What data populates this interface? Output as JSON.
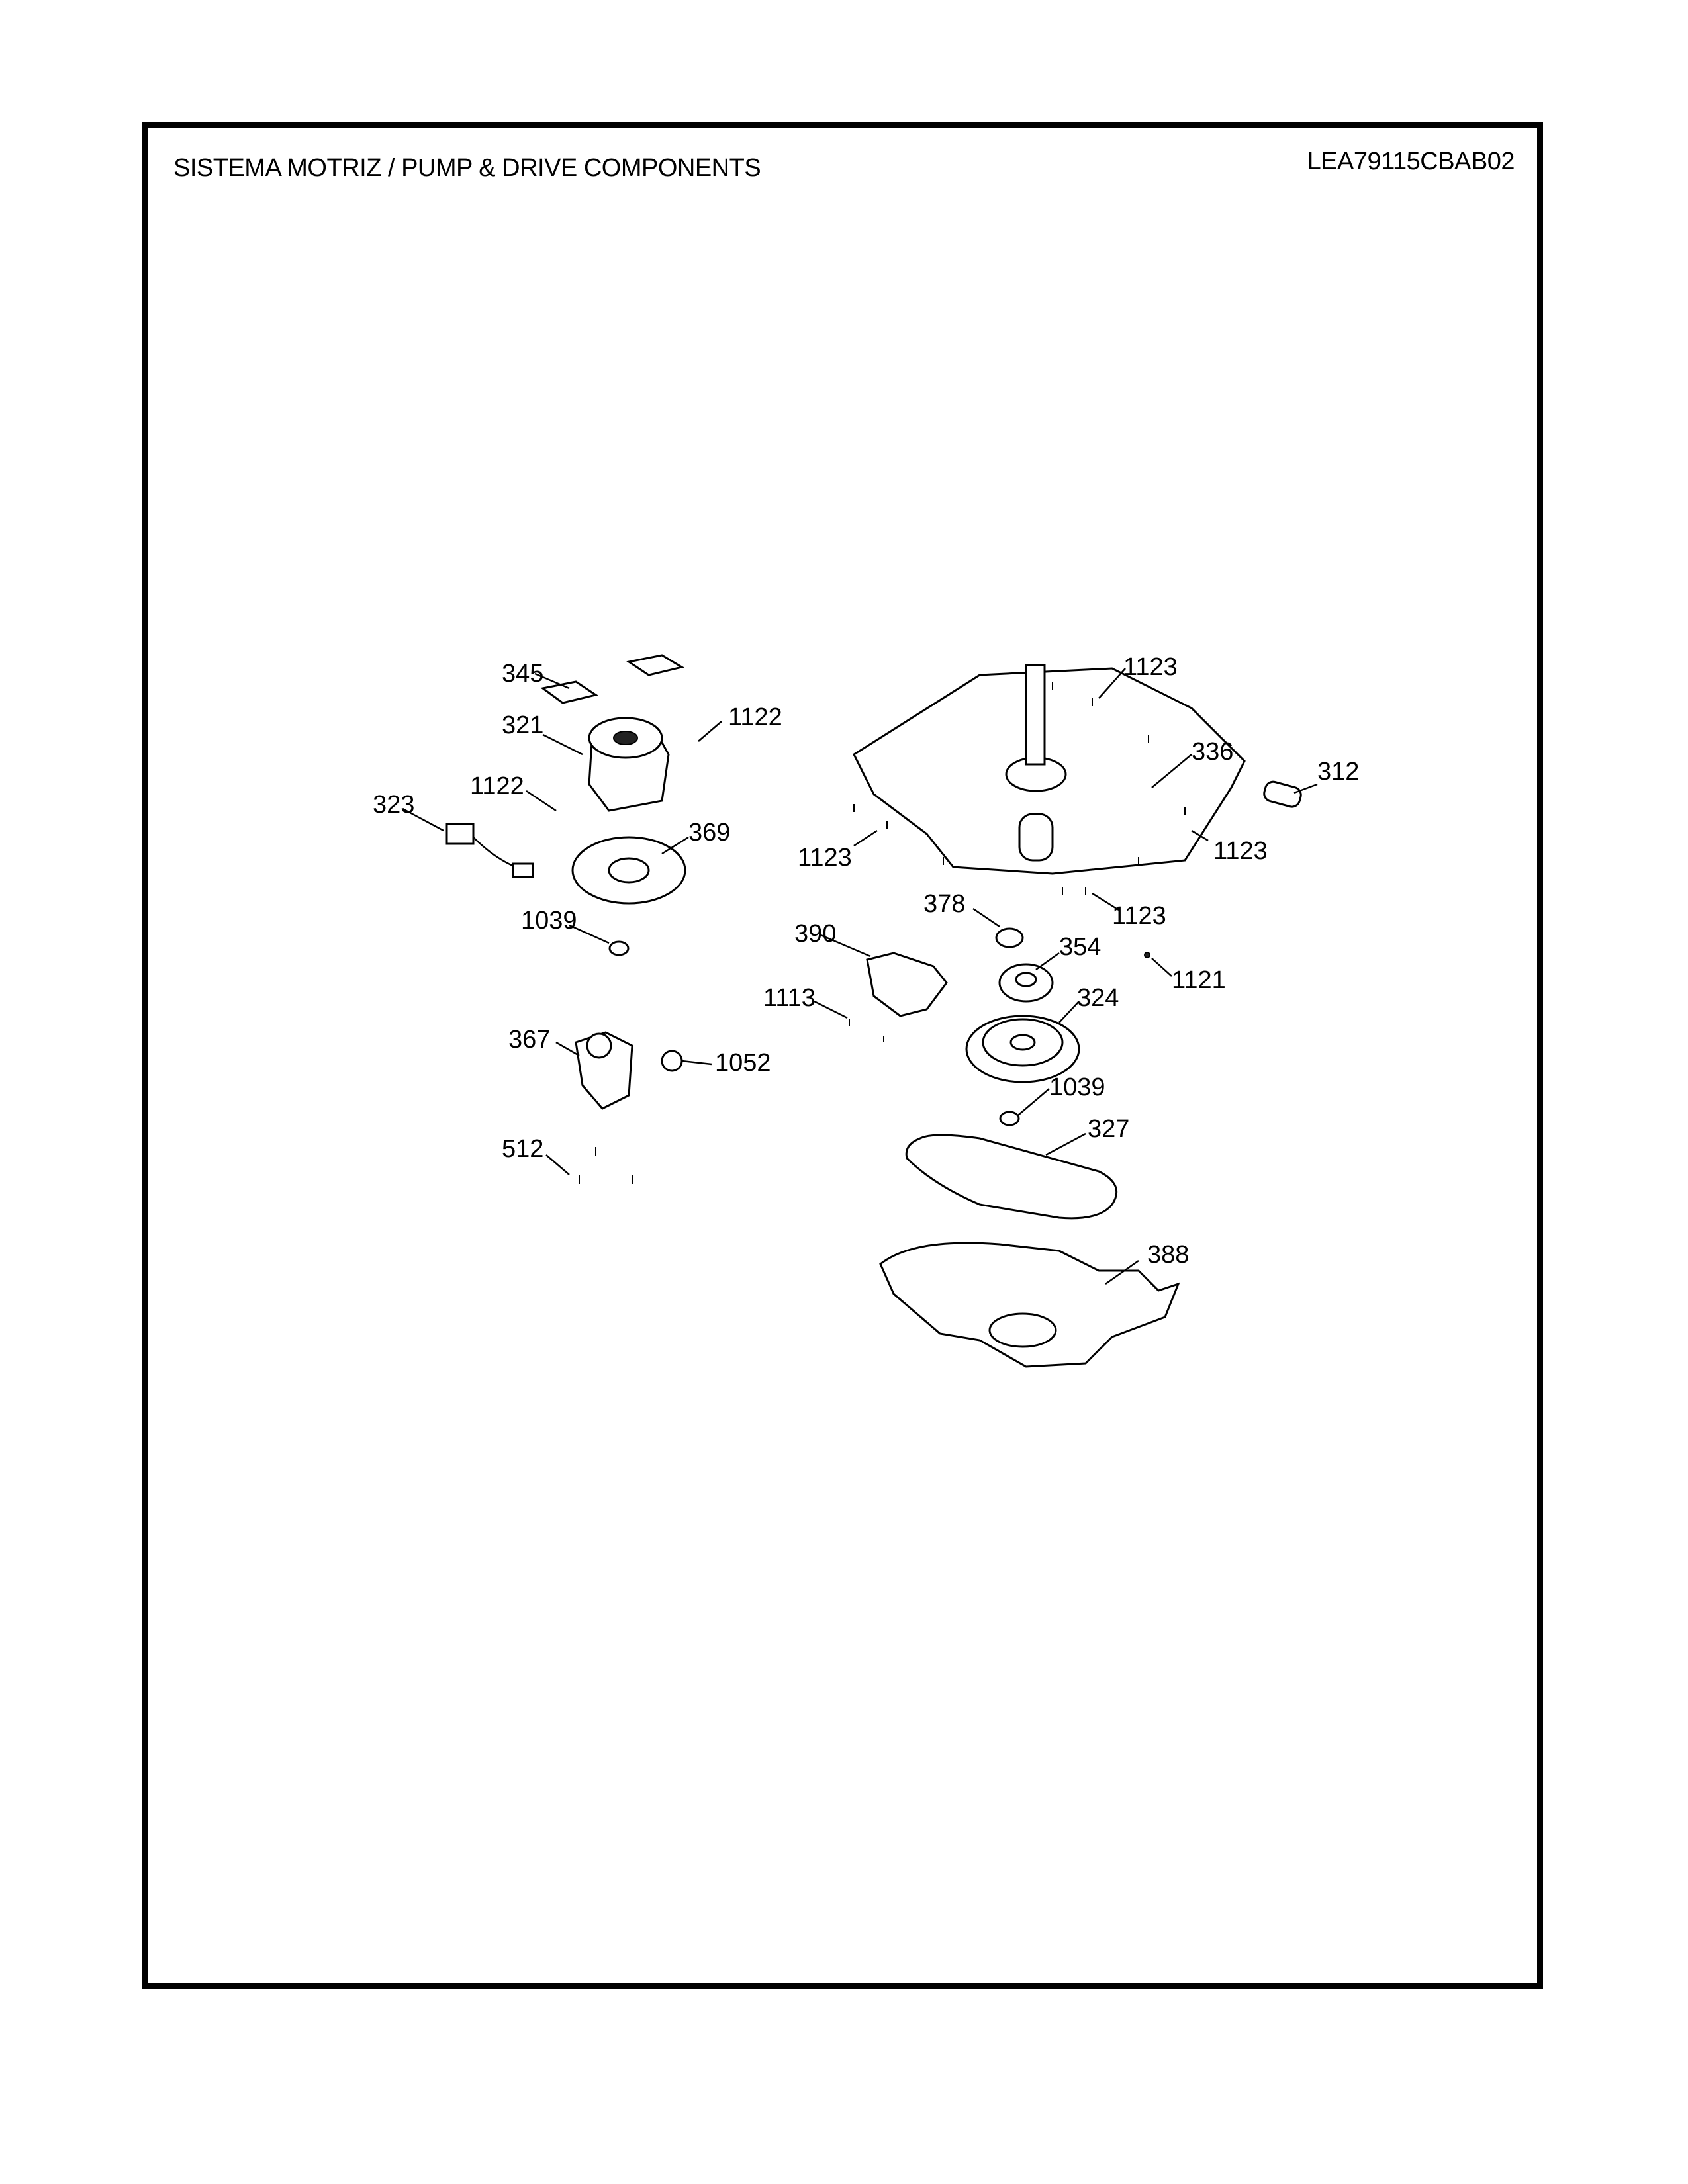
{
  "header": {
    "title": "SISTEMA MOTRIZ / PUMP  &  DRIVE COMPONENTS",
    "model": "LEA79115CBAB02"
  },
  "callouts": {
    "c345": "345",
    "c321": "321",
    "c1122a": "1122",
    "c1122b": "1122",
    "c323": "323",
    "c369": "369",
    "c1039a": "1039",
    "c367": "367",
    "c1052": "1052",
    "c512": "512",
    "c1123a": "1123",
    "c336": "336",
    "c312": "312",
    "c1123b": "1123",
    "c1123c": "1123",
    "c1123d": "1123",
    "c378": "378",
    "c390": "390",
    "c354": "354",
    "c1121": "1121",
    "c1113": "1113",
    "c324": "324",
    "c1039b": "1039",
    "c327": "327",
    "c388": "388"
  }
}
